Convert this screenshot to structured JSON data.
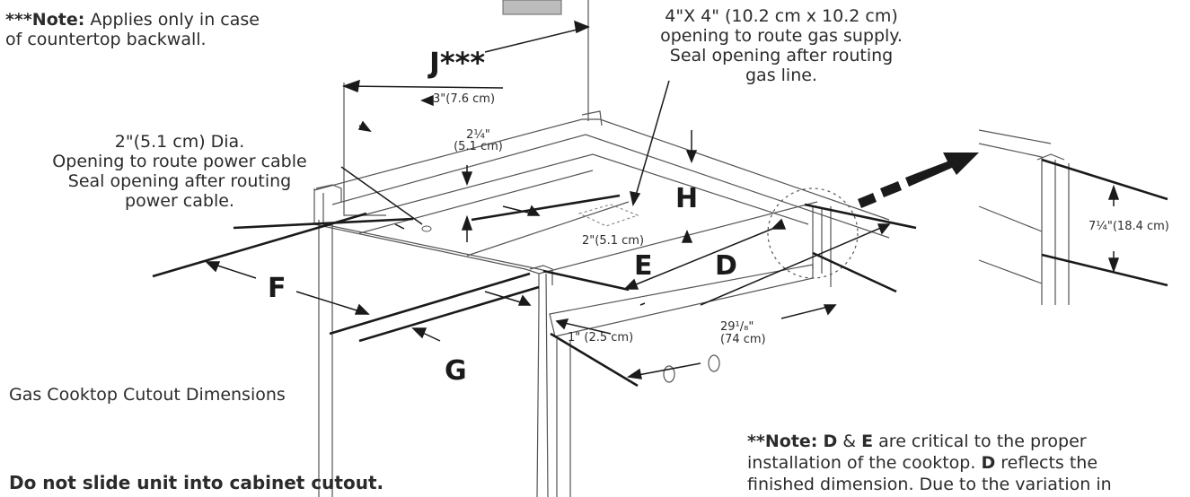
{
  "notes": {
    "backwall_note_bold": "***Note:",
    "backwall_note_line1_rest": " Applies only in case",
    "backwall_note_line2": "of countertop backwall.",
    "gas_opening_line1": "4\"X 4\" (10.2 cm x 10.2 cm)",
    "gas_opening_line2": "opening to route gas supply.",
    "gas_opening_line3": "Seal opening after routing",
    "gas_opening_line4": "gas line.",
    "power_line1": "2\"(5.1 cm) Dia.",
    "power_line2": "Opening to route power cable",
    "power_line3": "Seal opening after routing",
    "power_line4": "power cable.",
    "caption": "Gas Cooktop Cutout Dimensions",
    "warning": "Do not slide unit into cabinet cutout.",
    "critical_bold": "**Note:",
    "critical_d": "D",
    "critical_amp": " & ",
    "critical_e": "E",
    "critical_rest1": " are critical to the proper",
    "critical_line2": "installation of the cooktop.",
    "critical_d2": "D",
    "critical_line2_rest": " reflects the",
    "critical_line3": "finished dimension. Due to the variation in"
  },
  "dimensions": {
    "label_j": "J***",
    "label_h": "H",
    "label_e": "E",
    "label_d": "D",
    "label_f": "F",
    "label_g": "G",
    "dim_3in": "3\"(7.6 cm)",
    "dim_2q_top": "2¼\"",
    "dim_2q_bottom": "(5.1 cm)",
    "dim_2in": "2\"(5.1 cm)",
    "dim_1in": "1\" (2.5 cm)",
    "dim_29_top": "29¹/₈\"",
    "dim_29_bottom": "(74 cm)",
    "dim_7q": "7¼\"(18.4 cm)"
  }
}
